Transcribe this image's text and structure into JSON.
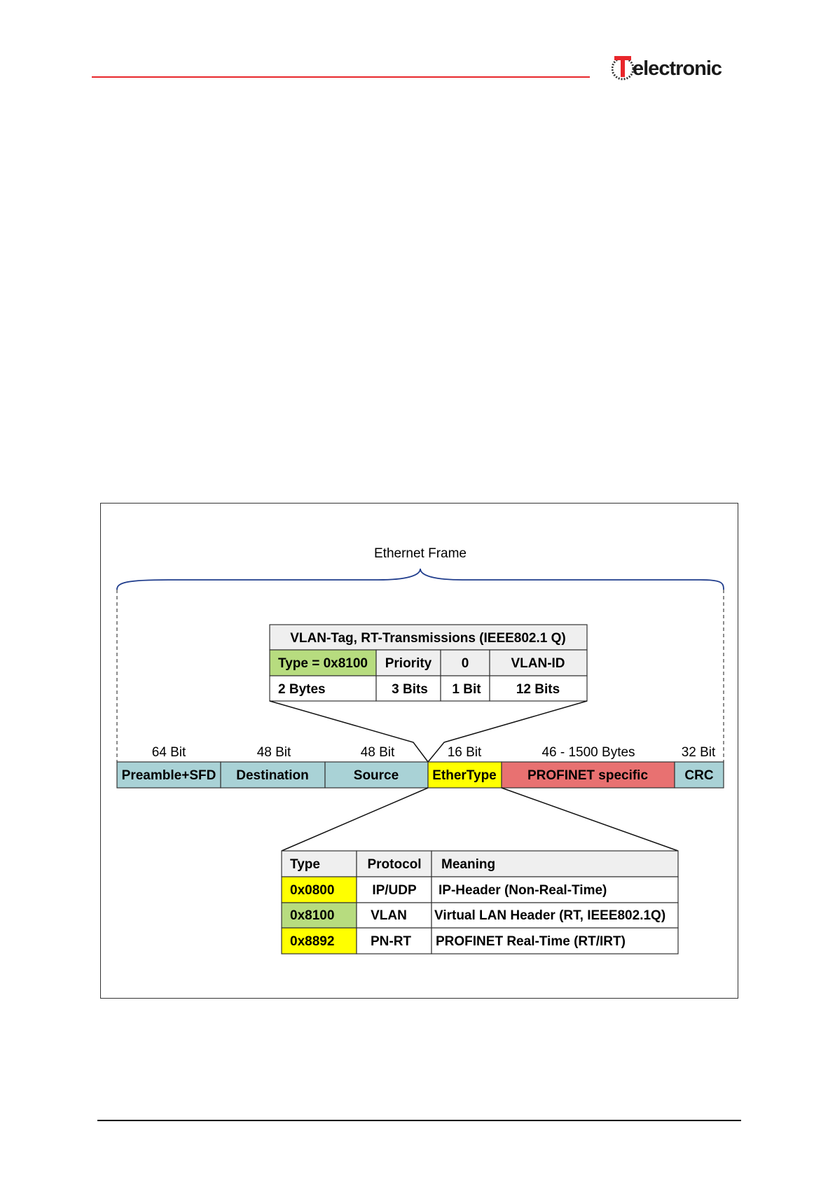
{
  "header": {
    "logo_text": "electronic"
  },
  "diagram": {
    "title": "Ethernet Frame",
    "frame": {
      "fields": [
        {
          "bits": "64 Bit",
          "label": "Preamble+SFD",
          "color": "#a9d2d6"
        },
        {
          "bits": "48 Bit",
          "label": "Destination",
          "color": "#a9d2d6"
        },
        {
          "bits": "48 Bit",
          "label": "Source",
          "color": "#a9d2d6"
        },
        {
          "bits": "16 Bit",
          "label": "EtherType",
          "color": "#ffff00"
        },
        {
          "bits": "46 - 1500 Bytes",
          "label": "PROFINET specific",
          "color": "#e87171"
        },
        {
          "bits": "32 Bit",
          "label": "CRC",
          "color": "#a9d2d6"
        }
      ]
    },
    "vlan_tag": {
      "title": "VLAN-Tag, RT-Transmissions (IEEE802.1 Q)",
      "fields": [
        {
          "name": "Type = 0x8100",
          "size": "2 Bytes",
          "color": "#b7dc7f"
        },
        {
          "name": "Priority",
          "size": "3 Bits",
          "color": "#efefef"
        },
        {
          "name": "0",
          "size": "1 Bit",
          "color": "#efefef"
        },
        {
          "name": "VLAN-ID",
          "size": "12 Bits",
          "color": "#efefef"
        }
      ]
    },
    "ethertype_table": {
      "headers": [
        "Type",
        "Protocol",
        "Meaning"
      ],
      "rows": [
        {
          "type": "0x0800",
          "protocol": "IP/UDP",
          "meaning": "IP-Header (Non-Real-Time)",
          "color": "#ffff00"
        },
        {
          "type": "0x8100",
          "protocol": "VLAN",
          "meaning": "Virtual LAN Header (RT, IEEE802.1Q)",
          "color": "#b7dc7f"
        },
        {
          "type": "0x8892",
          "protocol": "PN-RT",
          "meaning": "PROFINET Real-Time (RT/IRT)",
          "color": "#ffff00"
        }
      ]
    }
  }
}
